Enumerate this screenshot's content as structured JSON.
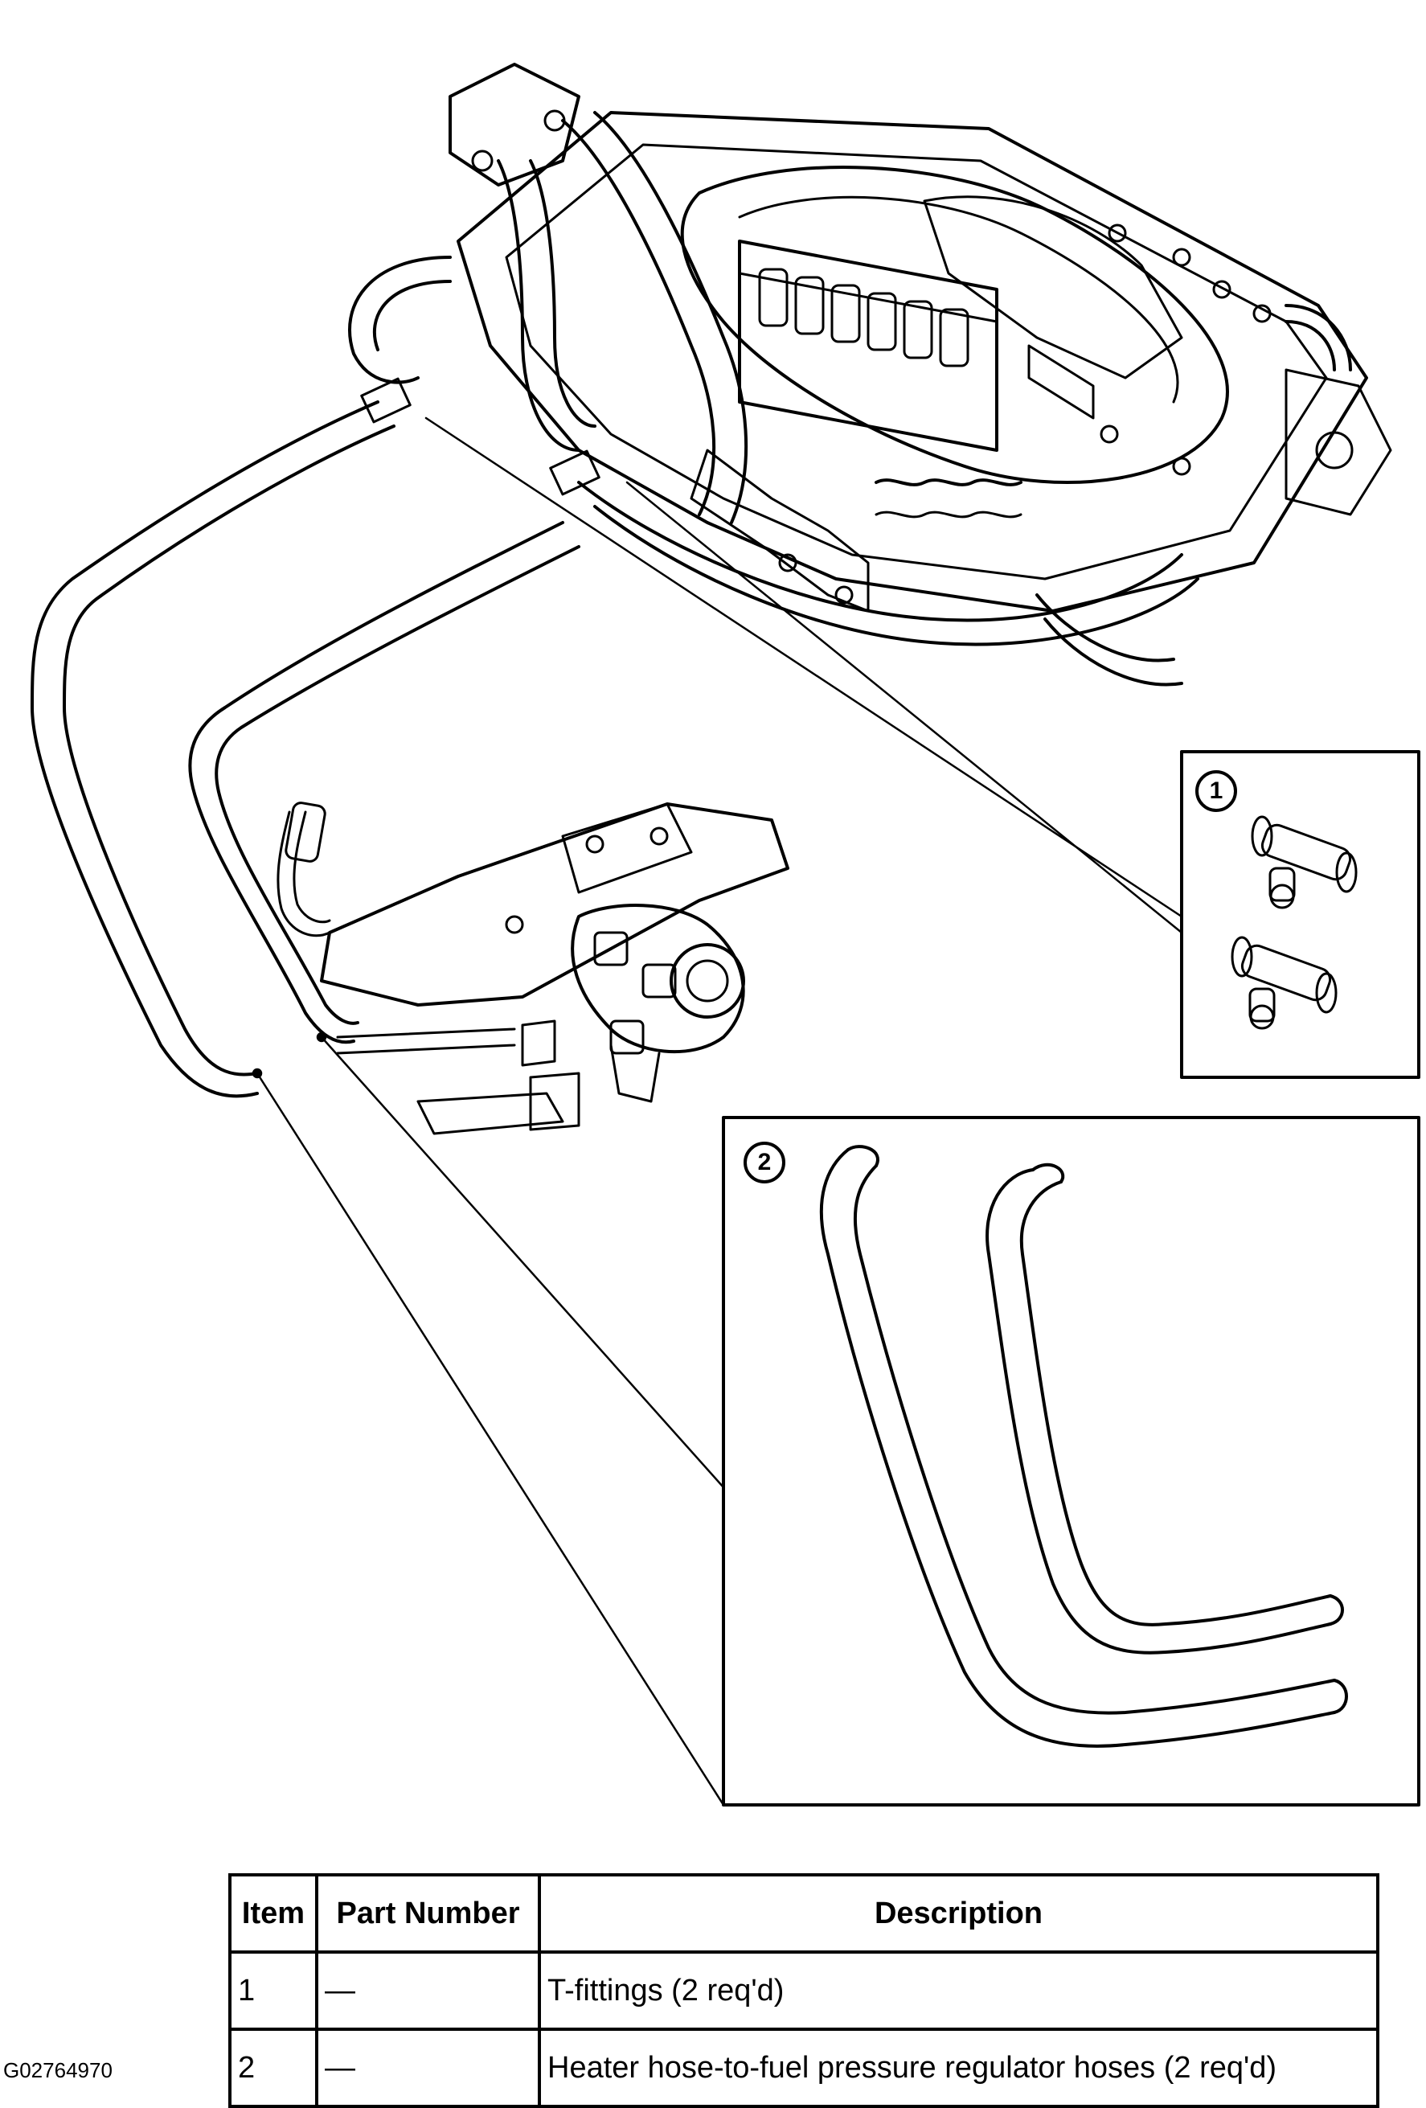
{
  "callouts": [
    {
      "id": "1",
      "label": "1"
    },
    {
      "id": "2",
      "label": "2"
    }
  ],
  "table": {
    "headers": {
      "item": "Item",
      "part_number": "Part Number",
      "description": "Description"
    },
    "rows": [
      {
        "item": "1",
        "part_number": "—",
        "description": "T-fittings (2 req'd)"
      },
      {
        "item": "2",
        "part_number": "—",
        "description": "Heater hose-to-fuel pressure regulator hoses (2 req'd)"
      }
    ]
  },
  "figure_id": "G02764970"
}
